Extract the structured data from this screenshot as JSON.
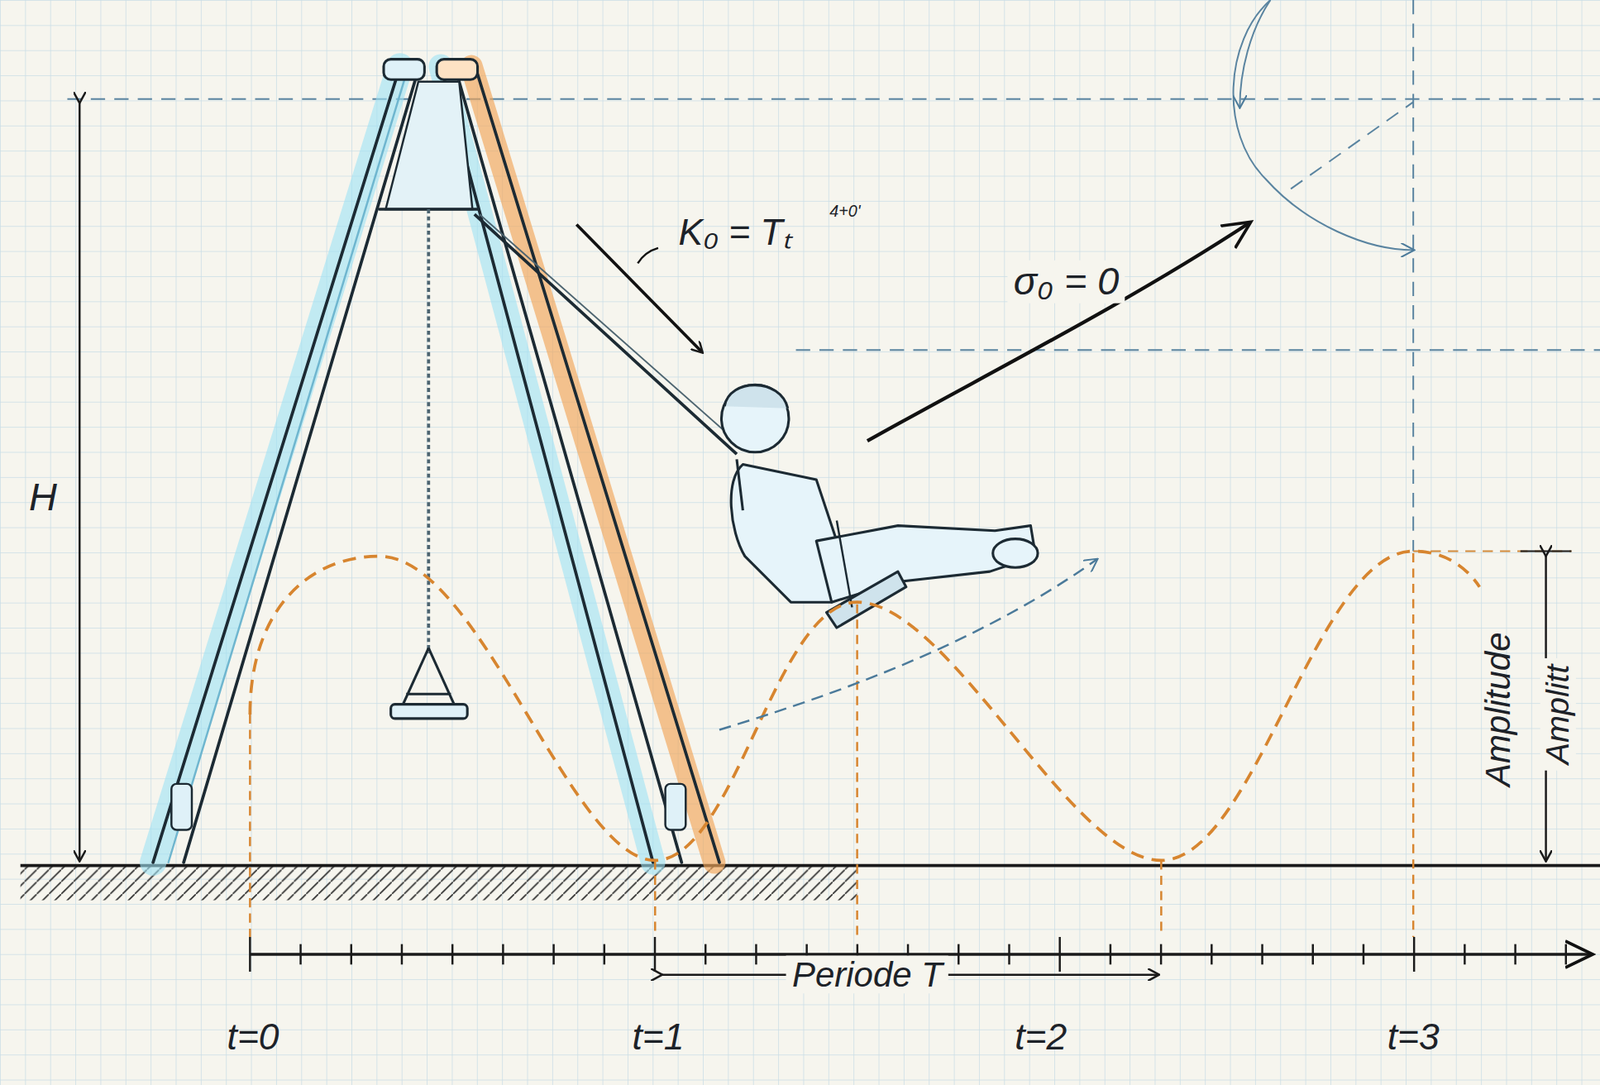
{
  "diagram": {
    "labels": [
      "H",
      "K₀ = Tₜ",
      "4+0'",
      "σ₀ = 0",
      "Amplitude",
      "Amplitt",
      "Periode T",
      "t=0",
      "t=1",
      "t=2",
      "t=3"
    ]
  }
}
